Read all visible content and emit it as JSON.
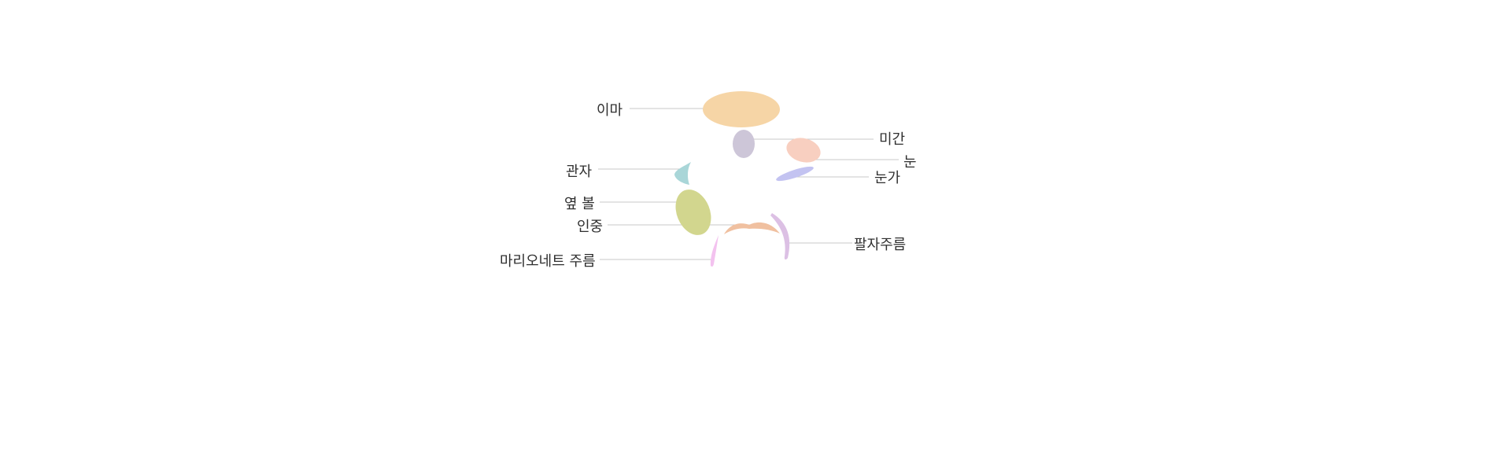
{
  "regions": {
    "forehead": {
      "label": "이마",
      "color": "#f6d5a6"
    },
    "glabella": {
      "label": "미간",
      "color": "#cdc6d8"
    },
    "eye": {
      "label": "눈",
      "color": "#f8cfc0"
    },
    "temple": {
      "label": "관자",
      "color": "#a9d6d8"
    },
    "crows_feet": {
      "label": "눈가",
      "color": "#c3c3f1"
    },
    "side_cheek": {
      "label": "옆 볼",
      "color": "#d2d68e"
    },
    "philtrum": {
      "label": "인중",
      "color": "#f0c0a0"
    },
    "nasolabial": {
      "label": "팔자주름",
      "color": "#dcc0e4"
    },
    "marionette": {
      "label": "마리오네트 주름",
      "color": "#f3c2ef"
    }
  }
}
